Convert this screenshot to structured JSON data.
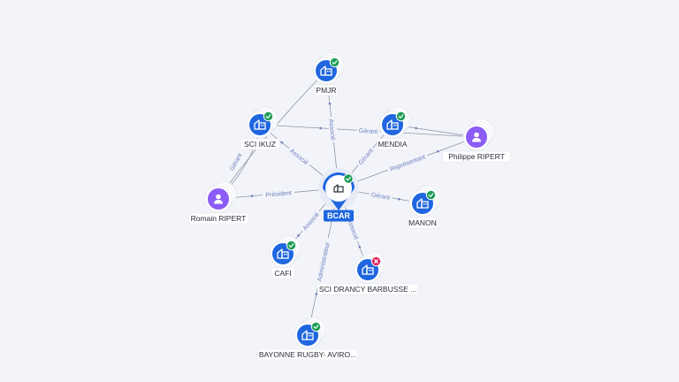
{
  "colors": {
    "company": "#1f66e0",
    "person": "#8b5cf6",
    "active_badge": "#1f9d57",
    "inactive_badge": "#e0245e",
    "edge": "#8f96a8",
    "edge_label": "#6b7fbf"
  },
  "center": {
    "id": "bcar",
    "label": "BCAR",
    "type": "company",
    "status": "active",
    "icon": "building-icon"
  },
  "nodes": [
    {
      "id": "pmjr",
      "label": "PMJR",
      "type": "company",
      "status": "active",
      "icon": "building-icon"
    },
    {
      "id": "sci_ikuz",
      "label": "SCI IKUZ",
      "type": "company",
      "status": "active",
      "icon": "building-icon"
    },
    {
      "id": "mendia",
      "label": "MENDIA",
      "type": "company",
      "status": "active",
      "icon": "building-icon"
    },
    {
      "id": "philippe_ripert",
      "label": "Philippe RIPERT",
      "type": "person",
      "status": "",
      "icon": "person-icon"
    },
    {
      "id": "romain_ripert",
      "label": "Romain RIPERT",
      "type": "person",
      "status": "",
      "icon": "person-icon"
    },
    {
      "id": "manon",
      "label": "MANON",
      "type": "company",
      "status": "active",
      "icon": "building-icon"
    },
    {
      "id": "cafi",
      "label": "CAFI",
      "type": "company",
      "status": "active",
      "icon": "building-icon"
    },
    {
      "id": "sci_drancy",
      "label": "SCI DRANCY BARBUSSE ...",
      "type": "company",
      "status": "inactive",
      "icon": "building-icon"
    },
    {
      "id": "bayonne",
      "label": "BAYONNE RUGBY- AVIRO...",
      "type": "company",
      "status": "active",
      "icon": "building-icon"
    }
  ],
  "edges": [
    {
      "from": "bcar",
      "to": "pmjr",
      "label": "Associé"
    },
    {
      "from": "bcar",
      "to": "sci_ikuz",
      "label": "Associé"
    },
    {
      "from": "bcar",
      "to": "mendia",
      "label": "Gérant"
    },
    {
      "from": "bcar",
      "to": "philippe_ripert",
      "label": "Représentant"
    },
    {
      "from": "bcar",
      "to": "romain_ripert",
      "label": "Président"
    },
    {
      "from": "bcar",
      "to": "manon",
      "label": "Gérant"
    },
    {
      "from": "bcar",
      "to": "cafi",
      "label": "Associé"
    },
    {
      "from": "bcar",
      "to": "sci_drancy",
      "label": "Associé"
    },
    {
      "from": "bcar",
      "to": "bayonne",
      "label": "Administrateur"
    },
    {
      "from": "philippe_ripert",
      "to": "sci_ikuz",
      "label": "Gérant"
    },
    {
      "from": "philippe_ripert",
      "to": "mendia",
      "label": ""
    },
    {
      "from": "romain_ripert",
      "to": "sci_ikuz",
      "label": "Gérant"
    },
    {
      "from": "romain_ripert",
      "to": "pmjr",
      "label": ""
    }
  ]
}
